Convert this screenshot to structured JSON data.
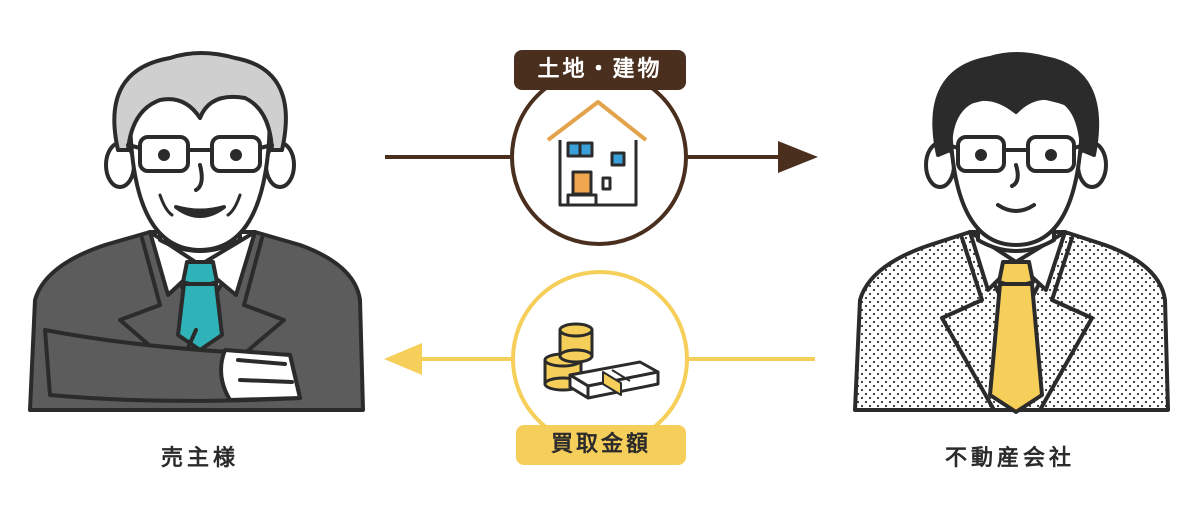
{
  "seller": {
    "label": "売主様"
  },
  "buyer": {
    "label": "不動産会社"
  },
  "flow_to_buyer": {
    "label": "土地・建物",
    "icon": "house-icon",
    "color": "#4a2f1e"
  },
  "flow_to_seller": {
    "label": "買取金額",
    "icon": "money-icon",
    "color": "#f6ce5a"
  },
  "colors": {
    "dark": "#2b2b2b",
    "brown": "#4a2f1e",
    "yellow": "#f6ce5a",
    "teal": "#2fb3b8"
  }
}
